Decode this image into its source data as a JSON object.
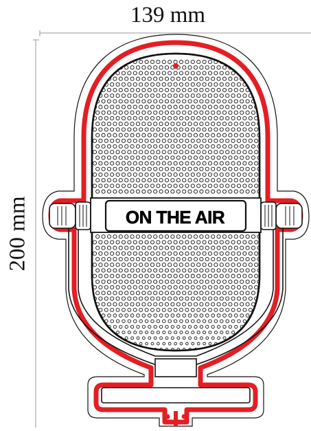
{
  "dimensions": {
    "width_label": "139 mm",
    "height_label": "200 mm"
  },
  "sign": {
    "label": "ON THE AIR",
    "accent_color": "#e31e24",
    "line_color": "#111111",
    "background": "#ffffff"
  },
  "icons": [
    "microphone-icon"
  ]
}
